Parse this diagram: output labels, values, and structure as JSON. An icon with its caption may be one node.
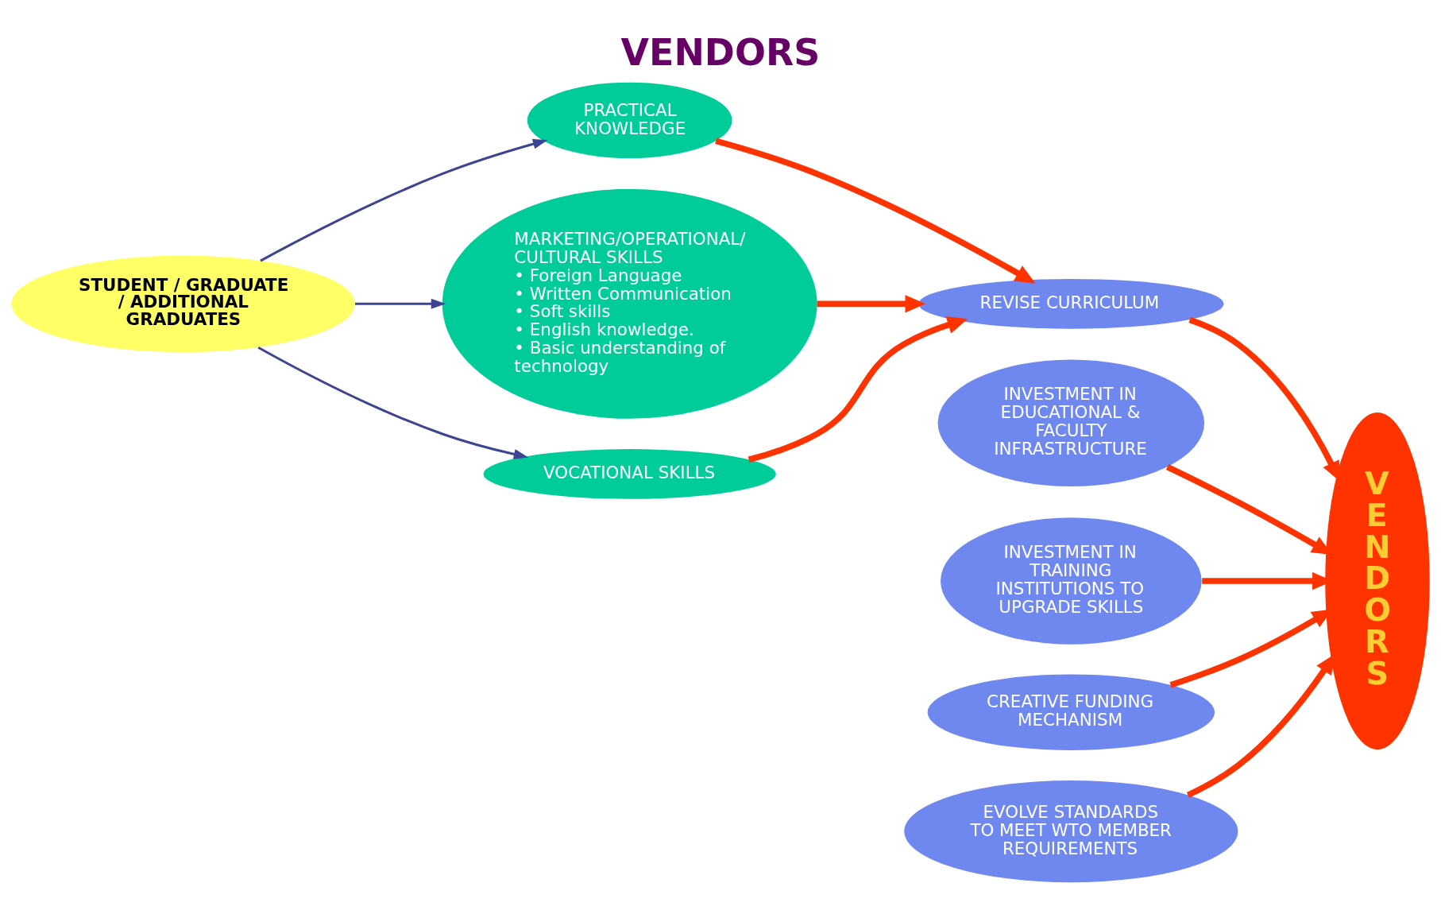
{
  "diagram": {
    "title": "VENDORS",
    "nodes": [
      {
        "text": [
          "STUDENT / GRADUATE / ADDITIONAL GRADUATES"
        ]
      },
      {
        "text": [
          "PRACTICAL KNOWLEDGE"
        ]
      },
      {
        "text": [
          "MARKETING/OPERATIONAL/ CULTURAL SKILLS",
          "• Foreign Language",
          "• Written Communication",
          "• Soft skills",
          "• English knowledge.",
          "• Basic understanding of technology"
        ]
      },
      {
        "text": [
          "VOCATIONAL SKILLS"
        ]
      },
      {
        "text": [
          "INVESTMENT IN EDUCATIONAL & FACULTY INFRASTRUCTURE"
        ]
      },
      {
        "text": [
          "INVESTMENT IN TRAINING INSTITUTIONS TO UPGRADE SKILLS"
        ]
      },
      {
        "text": [
          "REVISE CURRICULUM"
        ]
      },
      {
        "text": [
          "CREATIVE FUNDING MECHANISM"
        ]
      },
      {
        "text": [
          "EVOLVE STANDARDS TO MEET WTO MEMBER REQUIREMENTS"
        ]
      },
      {
        "text": [
          "VENDORS"
        ]
      }
    ],
    "edges": [
      {
        "from": 0,
        "to": 1,
        "arrow": "to",
        "color": "#3d4491"
      },
      {
        "from": 0,
        "to": 2,
        "arrow": "to",
        "color": "#3d4491"
      },
      {
        "from": 0,
        "to": 3,
        "arrow": "to",
        "color": "#3d4491"
      },
      {
        "from": 1,
        "to": 6,
        "arrow": "to"
      },
      {
        "from": 2,
        "to": 6,
        "arrow": "to"
      },
      {
        "from": 3,
        "to": 6,
        "arrow": "to"
      },
      {
        "from": 4,
        "to": 9,
        "arrow": "to"
      },
      {
        "from": 5,
        "to": 9,
        "arrow": "to"
      },
      {
        "from": 6,
        "to": 9,
        "arrow": "to"
      },
      {
        "from": 7,
        "to": 9,
        "arrow": "to"
      },
      {
        "from": 8,
        "to": 9,
        "arrow": "to"
      }
    ]
  }
}
